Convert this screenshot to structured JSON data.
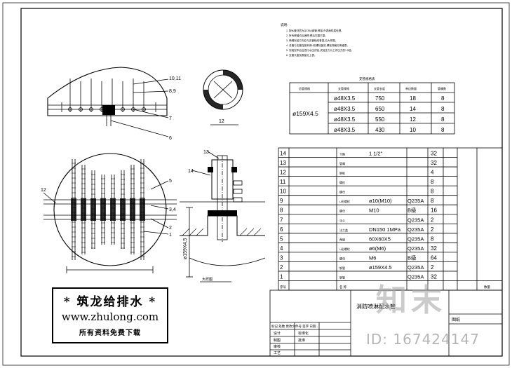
{
  "drawing": {
    "part_labels": {
      "l10_11": "10,11",
      "l8_9": "8,9",
      "l7": "7",
      "l6": "6",
      "l12_section": "12",
      "l5": "5",
      "l3_4": "3,4",
      "l2": "2",
      "l1": "1",
      "l12_plan": "12",
      "l13": "13",
      "l14": "14",
      "diameter": "ø159X4.5",
      "detail_caption": "大样图"
    },
    "branch_table": {
      "headers": [
        "总管规格",
        "支管规格",
        "支管长度",
        "单边数量",
        "管嘴数"
      ],
      "main_pipe": "ø159X4.5",
      "rows": [
        [
          "ø48X3.5",
          "750",
          "18",
          "8"
        ],
        [
          "ø48X3.5",
          "650",
          "14",
          "8"
        ],
        [
          "ø48X3.5",
          "550",
          "12",
          "8"
        ],
        [
          "ø48X3.5",
          "430",
          "10",
          "8"
        ]
      ]
    },
    "bom": {
      "rows": [
        {
          "no": "14",
          "name": "卡箍",
          "spec": "1 1/2\"",
          "mat": "",
          "qty": "32"
        },
        {
          "no": "13",
          "name": "管嘴",
          "spec": "",
          "mat": "",
          "qty": "32"
        },
        {
          "no": "12",
          "name": "钢板",
          "spec": "",
          "mat": "",
          "qty": "4"
        },
        {
          "no": "11",
          "name": "螺栓",
          "spec": "",
          "mat": "",
          "qty": "8"
        },
        {
          "no": "10",
          "name": "螺母",
          "spec": "",
          "mat": "",
          "qty": "8"
        },
        {
          "no": "9",
          "name": "U形螺栓",
          "spec": "ø10(M10)",
          "mat": "Q235A",
          "qty": "8"
        },
        {
          "no": "8",
          "name": "螺母",
          "spec": "M10",
          "mat": "B级",
          "qty": "16"
        },
        {
          "no": "7",
          "name": "法兰",
          "spec": "",
          "mat": "Q235A",
          "qty": "2"
        },
        {
          "no": "6",
          "name": "法兰盖",
          "spec": "DN150  1MPa",
          "mat": "Q235A",
          "qty": "2"
        },
        {
          "no": "5",
          "name": "角钢",
          "spec": "60X60X5",
          "mat": "Q235A",
          "qty": "8"
        },
        {
          "no": "4",
          "name": "U形螺栓",
          "spec": "ø6(M6)",
          "mat": "Q235A",
          "qty": "32"
        },
        {
          "no": "3",
          "name": "螺母",
          "spec": "M6",
          "mat": "B级",
          "qty": "64"
        },
        {
          "no": "2",
          "name": "钢管",
          "spec": "ø159X4.5",
          "mat": "Q235A",
          "qty": "2"
        },
        {
          "no": "1",
          "name": "钢管",
          "spec": "",
          "mat": "Q235A",
          "qty": "32"
        }
      ],
      "header": {
        "no": "序号",
        "name": "名  称",
        "spec": "",
        "mat": "",
        "qty": "数量"
      }
    },
    "title_block": {
      "title": "消防喷淋配水管",
      "doc_label": "图纸",
      "rev_row": "标记 处数 更改文件号  签字  日期",
      "design": "设计",
      "draw": "制图",
      "check": "审核",
      "craft": "工艺",
      "standard": "标准化",
      "approve": "批准"
    },
    "notes": {
      "heading": "说明:",
      "lines": [
        "1. 配水管材质为Q235A钢管,焊接,外表面防腐处理。",
        "2. 所有焊缝均应满焊,焊后打磨平整。",
        "3. 喷嘴安装方向应与支管轴线垂直,见大样图。",
        "4. 总管与支管连接采用U形螺栓固定,螺栓规格见明细表。",
        "5. 安装完毕后应进行水压试验,试验压力为工作压力的1.5倍。",
        "6. 支管长度及数量见上表。"
      ]
    },
    "table_caption": "支管规格表"
  },
  "watermark": {
    "line1": "*  筑龙给排水  *",
    "line2": "www.zhulong.com",
    "line3": "所有资料免费下载"
  },
  "brand": {
    "logo": "知末",
    "image_id": "ID: 167424147"
  }
}
